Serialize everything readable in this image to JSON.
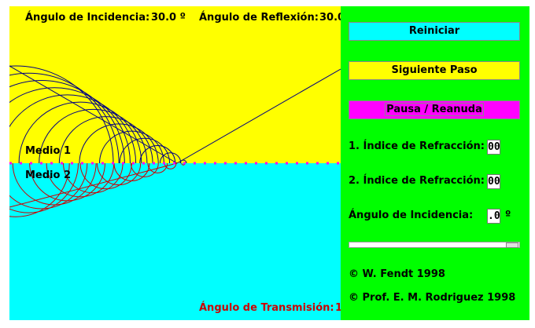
{
  "simulation": {
    "colors": {
      "medium1": "#ffff00",
      "medium2": "#00ffff",
      "panel": "#00ff00",
      "wave": "#000080",
      "refracted": "#cc0000",
      "boundary": "#ff00ff"
    },
    "incidence_label": "Ángulo de Incidencia:",
    "incidence_value": "30.0 º",
    "reflection_label": "Ángulo de Reflexión:",
    "reflection_value": "30.0",
    "medium1_label": "Medio 1",
    "medium2_label": "Medio 2",
    "transmission_label": "Ángulo de Transmisión:",
    "transmission_value": "1"
  },
  "controls": {
    "reset_label": "Reiniciar",
    "next_step_label": "Siguiente Paso",
    "pause_label": "Pausa / Reanuda",
    "index1_label": "1. Índice de Refracción:",
    "index1_value": "00",
    "index2_label": "2. Índice de Refracción:",
    "index2_value": "00",
    "angle_label": "Ángulo de Incidencia:",
    "angle_value": ".0",
    "angle_unit": "º",
    "slider_value": 1.0,
    "credit1": "©  W. Fendt 1998",
    "credit2": "©  Prof. E. M. Rodriguez 1998"
  }
}
